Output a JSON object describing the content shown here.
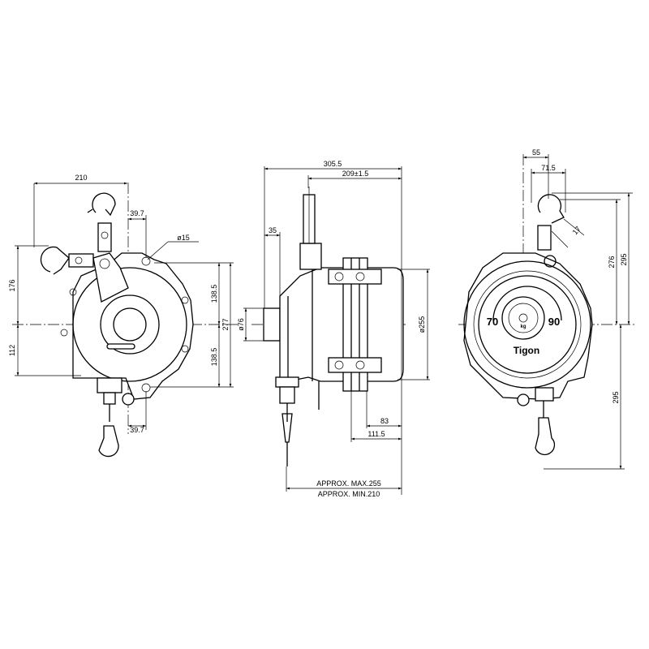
{
  "views": {
    "left": {
      "dims": {
        "width_hook": "210",
        "offset_top": "39.7",
        "hole": "ø15",
        "upper_height": "176",
        "lower_height": "112",
        "half_upper": "138.5",
        "half_lower": "138.5",
        "total_height": "277",
        "offset_bottom": "39.7"
      }
    },
    "side": {
      "dims": {
        "overall": "305.5",
        "body": "209±1.5",
        "hub_offset": "35",
        "hub_dia": "ø76",
        "drum_dia": "ø255",
        "flange_83": "83",
        "flange_111": "111.5",
        "approx_max": "APPROX. MAX.255",
        "approx_min": "APPROX. MIN.210"
      }
    },
    "front": {
      "dims": {
        "hook_offset": "55",
        "hook_width": "71.5",
        "hook_throat": "17",
        "hook_height_276": "276",
        "hook_height_295": "295",
        "lower_hook_295": "295"
      },
      "dial": {
        "min": "70",
        "max": "90",
        "unit": "kg"
      },
      "brand": "Tigon"
    }
  }
}
